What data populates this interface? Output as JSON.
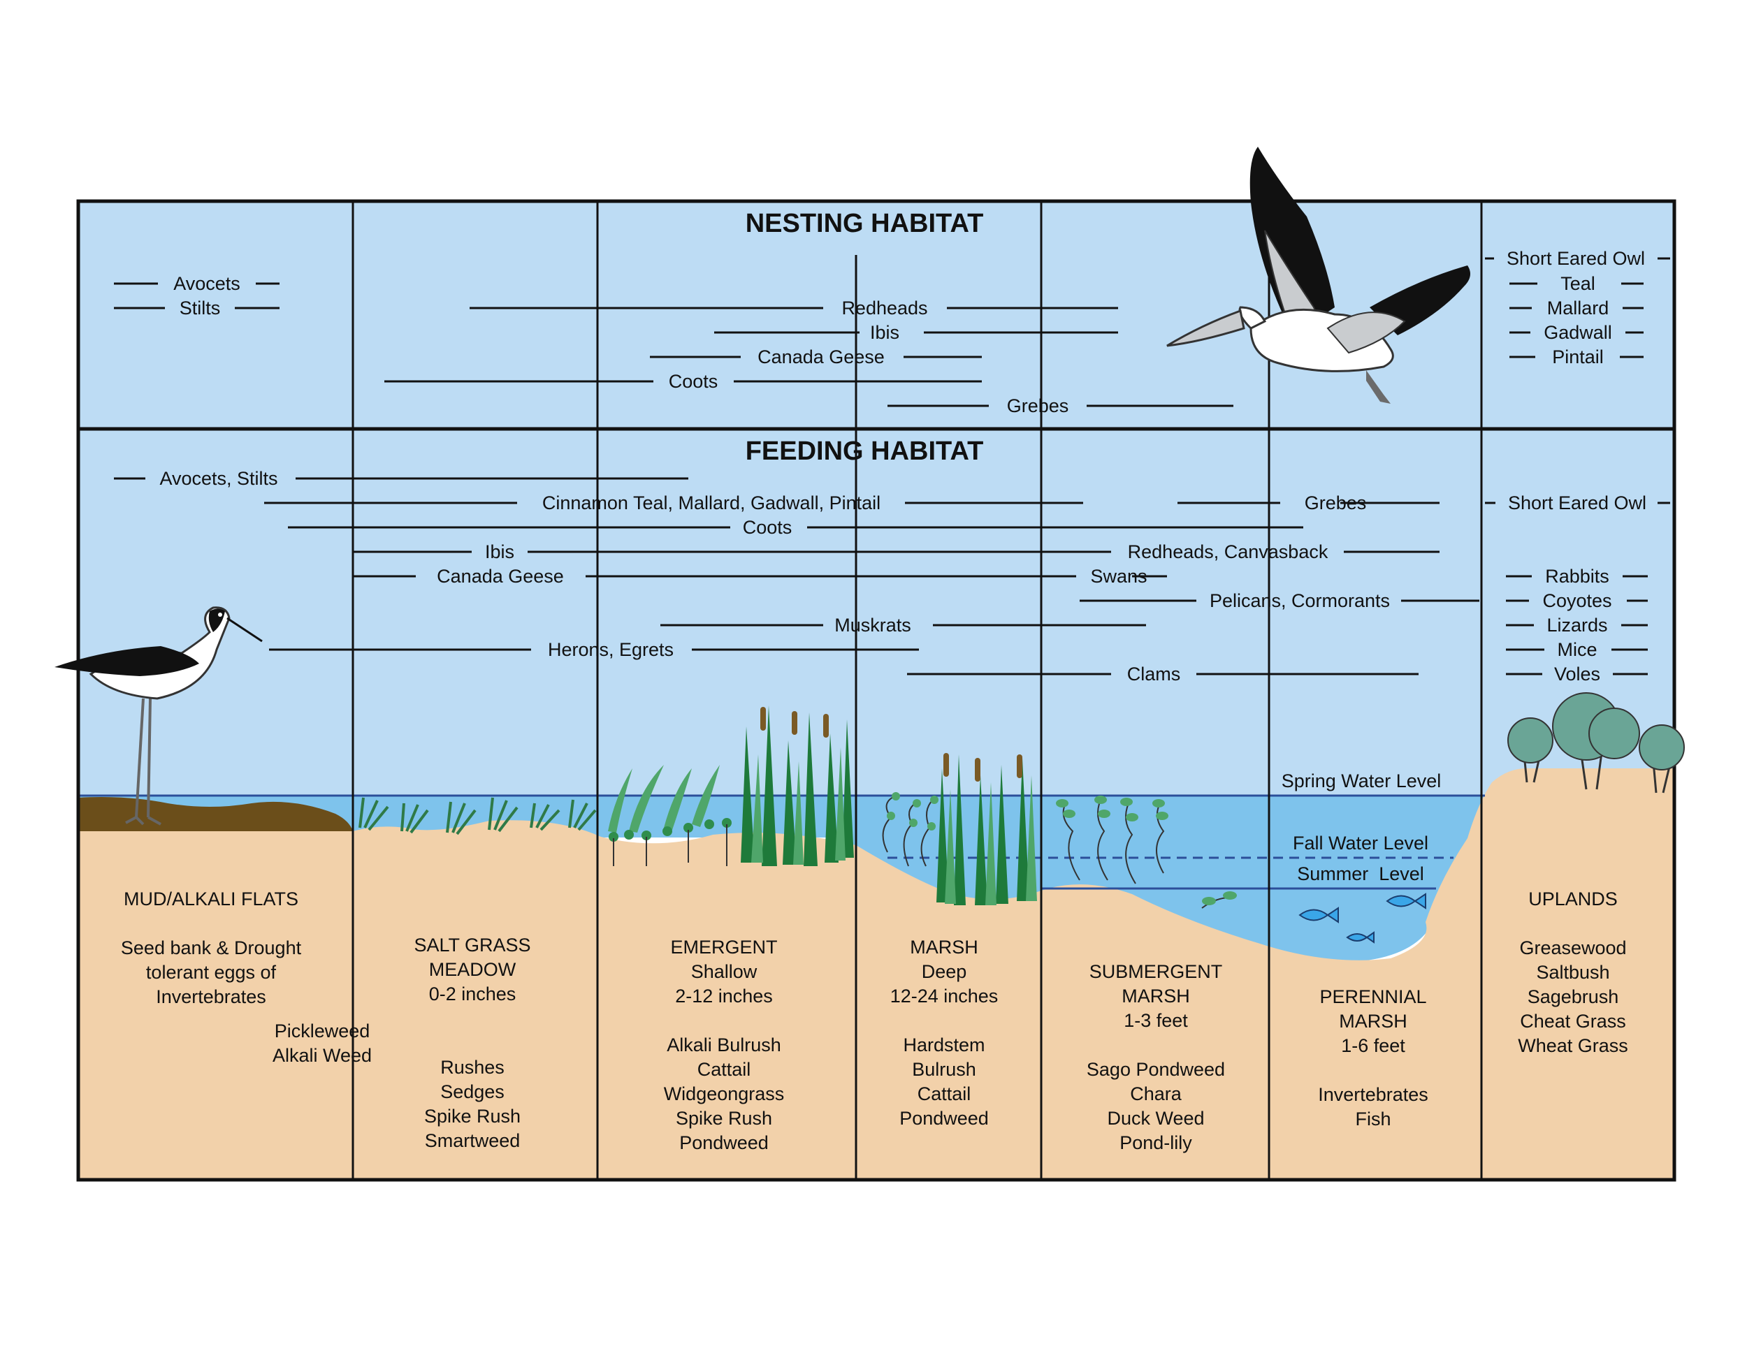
{
  "nesting_title": "NESTING HABITAT",
  "feeding_title": "FEEDING HABITAT",
  "nesting": {
    "avocets": "Avocets",
    "stilts": "Stilts",
    "redheads": "Redheads",
    "ibis": "Ibis",
    "canada_geese": "Canada Geese",
    "coots": "Coots",
    "grebes": "Grebes",
    "uplands": [
      "Short Eared Owl",
      "Teal",
      "Mallard",
      "Gadwall",
      "Pintail"
    ]
  },
  "feeding": {
    "avocets_stilts": "Avocets, Stilts",
    "dabblers": "Cinnamon Teal, Mallard, Gadwall, Pintail",
    "grebes": "Grebes",
    "short_eared_owl": "Short Eared Owl",
    "coots": "Coots",
    "ibis": "Ibis",
    "redheads_canvasback": "Redheads, Canvasback",
    "canada_geese": "Canada Geese",
    "swans": "Swans",
    "pelicans_cormorants": "Pelicans, Cormorants",
    "muskrats": "Muskrats",
    "herons_egrets": "Herons, Egrets",
    "clams": "Clams",
    "uplands": [
      "Rabbits",
      "Coyotes",
      "Lizards",
      "Mice",
      "Voles"
    ]
  },
  "water_levels": {
    "spring": "Spring Water Level",
    "fall": "Fall Water Level",
    "summer": "Summer  Level"
  },
  "zones": [
    {
      "lines": [
        "MUD/ALKALI FLATS",
        "",
        "Seed bank & Drought",
        "tolerant eggs of",
        "Invertebrates"
      ]
    },
    {
      "lines": [
        "SALT GRASS",
        "MEADOW",
        "0-2 inches",
        "",
        "",
        "Rushes",
        "Sedges",
        "Spike Rush",
        "Smartweed"
      ]
    },
    {
      "lines": [
        "EMERGENT",
        "Shallow",
        "2-12 inches",
        "",
        "Alkali Bulrush",
        "Cattail",
        "Widgeongrass",
        "Spike Rush",
        "Pondweed"
      ]
    },
    {
      "lines": [
        "MARSH",
        "Deep",
        "12-24 inches",
        "",
        "Hardstem",
        "Bulrush",
        "Cattail",
        "Pondweed"
      ]
    },
    {
      "lines": [
        "SUBMERGENT",
        "MARSH",
        "1-3 feet",
        "",
        "Sago Pondweed",
        "Chara",
        "Duck Weed",
        "Pond-lily"
      ]
    },
    {
      "lines": [
        "PERENNIAL",
        "MARSH",
        "1-6 feet",
        "",
        "Invertebrates",
        "Fish"
      ]
    },
    {
      "lines": [
        "UPLANDS",
        "",
        "Greasewood",
        "Saltbush",
        "Sagebrush",
        "Cheat Grass",
        "Wheat Grass"
      ]
    }
  ],
  "pickleweed": [
    "Pickleweed",
    "Alkali Weed"
  ],
  "colors": {
    "sky": "#bddcf4",
    "water": "#7ec3ec",
    "soil": "#f2d1aa",
    "mud": "#6b4e1a",
    "plant_dark": "#1e7a3a",
    "plant_light": "#4fa66a",
    "tree": "#6aa596",
    "fish": "#3aa6e8"
  }
}
